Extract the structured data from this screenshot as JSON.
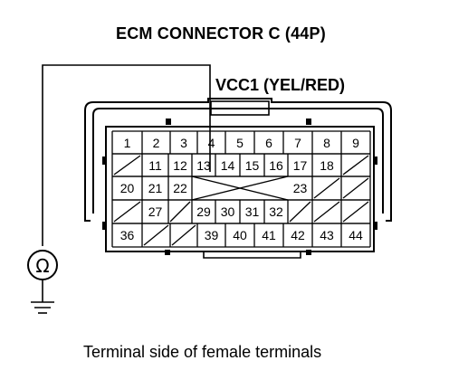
{
  "title": "ECM CONNECTOR C (44P)",
  "wire_label": "VCC1 (YEL/RED)",
  "caption": "Terminal side of female terminals",
  "meter_symbol": "Ω",
  "meter_icon": "ohmmeter-icon",
  "ground_icon": "ground-symbol-icon",
  "probe_terminal": "4",
  "connector": {
    "row1": [
      "1",
      "2",
      "3",
      "4",
      "5",
      "6",
      "7",
      "8",
      "9"
    ],
    "row2": [
      "",
      "11",
      "12",
      "13",
      "14",
      "15",
      "16",
      "17",
      "18",
      ""
    ],
    "row3": [
      "20",
      "21",
      "22",
      "",
      "",
      "",
      "",
      "23",
      "",
      ""
    ],
    "row4": [
      "",
      "27",
      "",
      "29",
      "30",
      "31",
      "32",
      "",
      "",
      ""
    ],
    "row5": [
      "36",
      "",
      "",
      "39",
      "40",
      "41",
      "42",
      "43",
      "44"
    ]
  }
}
